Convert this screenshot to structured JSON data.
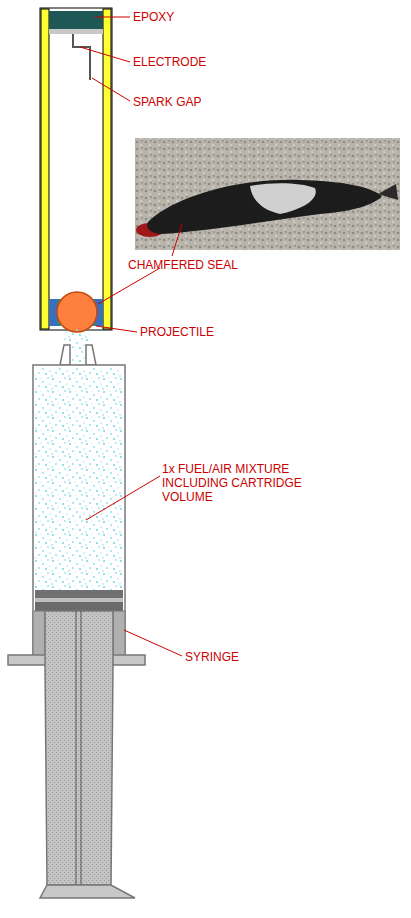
{
  "diagram": {
    "labels": [
      "EPOXY",
      "ELECTRODE",
      "SPARK GAP",
      "CHAMFERED SEAL",
      "PROJECTILE",
      "1x FUEL/AIR MIXTURE INCLUDING CARTRIDGE VOLUME",
      "SYRINGE"
    ]
  }
}
